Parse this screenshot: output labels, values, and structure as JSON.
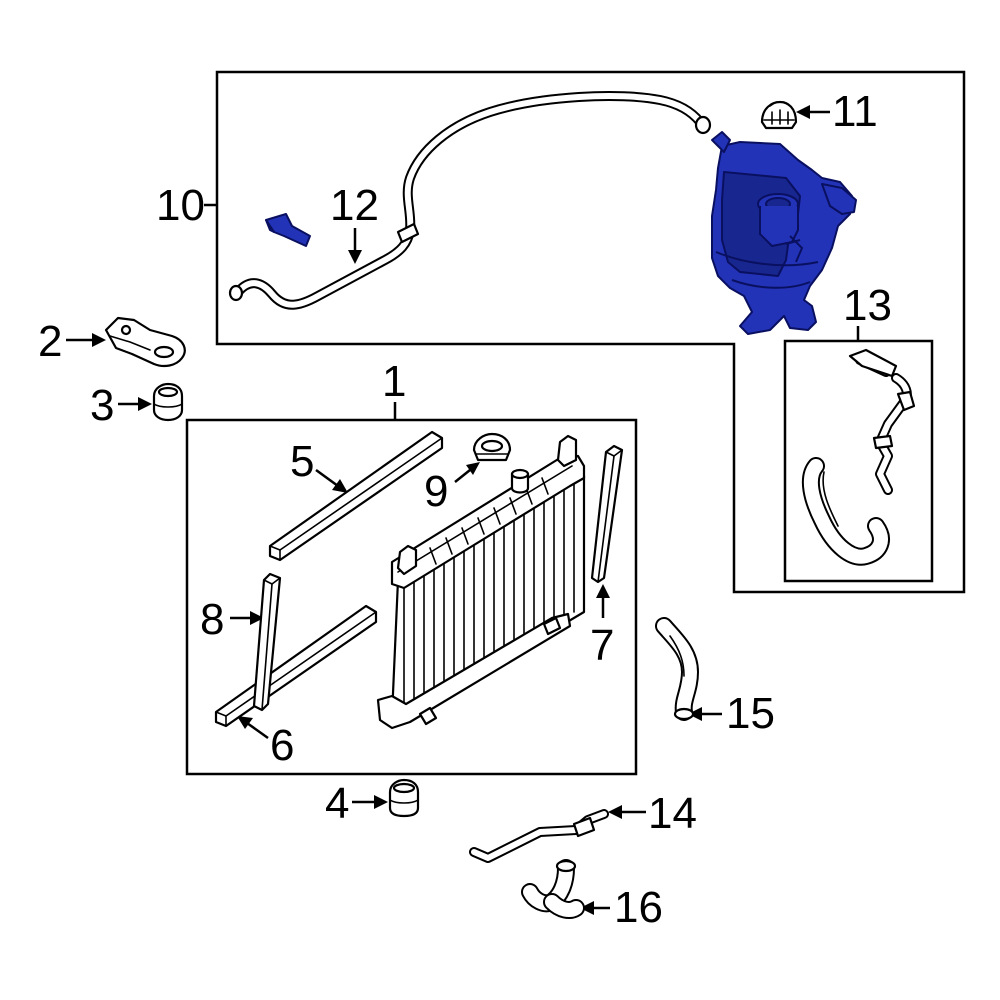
{
  "callouts": {
    "c1": "1",
    "c2": "2",
    "c3": "3",
    "c4": "4",
    "c5": "5",
    "c6": "6",
    "c7": "7",
    "c8": "8",
    "c9": "9",
    "c10": "10",
    "c11": "11",
    "c12": "12",
    "c13": "13",
    "c14": "14",
    "c15": "15",
    "c16": "16"
  },
  "colors": {
    "highlight": "#2233b8",
    "line": "#000000",
    "background": "#ffffff"
  }
}
